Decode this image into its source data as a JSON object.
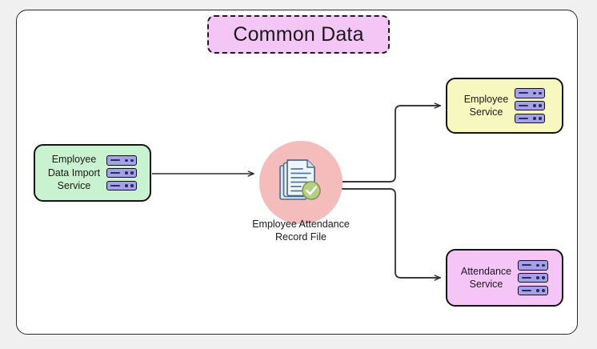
{
  "diagram": {
    "title": "Common Data",
    "background_color": "#ffffff",
    "boundary_border_color": "#2b2b2b",
    "title_chip": {
      "label": "Common Data",
      "fill_color": "#f3c6f5",
      "border_style": "dashed",
      "border_color": "#1c1c1c"
    },
    "nodes": [
      {
        "id": "employee-data-import-service",
        "label": "Employee\nData Import\nService",
        "icon": "server-rack-icon",
        "fill_color": "#c9f2d0",
        "border_color": "#141414",
        "shape": "rounded-rect"
      },
      {
        "id": "employee-attendance-record-file",
        "label": "Employee Attendance\nRecord File",
        "icon": "document-stack-check-icon",
        "fill_color": "#f5bcbc",
        "border_color": "none",
        "shape": "circle"
      },
      {
        "id": "employee-service",
        "label": "Employee\nService",
        "icon": "server-rack-icon",
        "fill_color": "#f7f7c0",
        "border_color": "#141414",
        "shape": "rounded-rect"
      },
      {
        "id": "attendance-service",
        "label": "Attendance\nService",
        "icon": "server-rack-icon",
        "fill_color": "#f5c5f8",
        "border_color": "#141414",
        "shape": "rounded-rect"
      }
    ],
    "connectors": [
      {
        "id": "import-to-file",
        "from": "employee-data-import-service",
        "to": "employee-attendance-record-file",
        "style": "straight-arrow",
        "color": "#2b2b2b"
      },
      {
        "id": "file-to-employee-service",
        "from": "employee-attendance-record-file",
        "to": "employee-service",
        "style": "orthogonal-arrow",
        "color": "#2b2b2b"
      },
      {
        "id": "file-to-attendance-service",
        "from": "employee-attendance-record-file",
        "to": "attendance-service",
        "style": "orthogonal-arrow",
        "color": "#2b2b2b"
      }
    ],
    "icon_colors": {
      "server_rack_fill": "#a5a0ea",
      "server_rack_detail": "#2b2b5e",
      "document_fill": "#eef5fb",
      "document_outline": "#4a6b8a",
      "check_badge_fill": "#b7cf82",
      "check_mark": "#ffffff"
    }
  }
}
